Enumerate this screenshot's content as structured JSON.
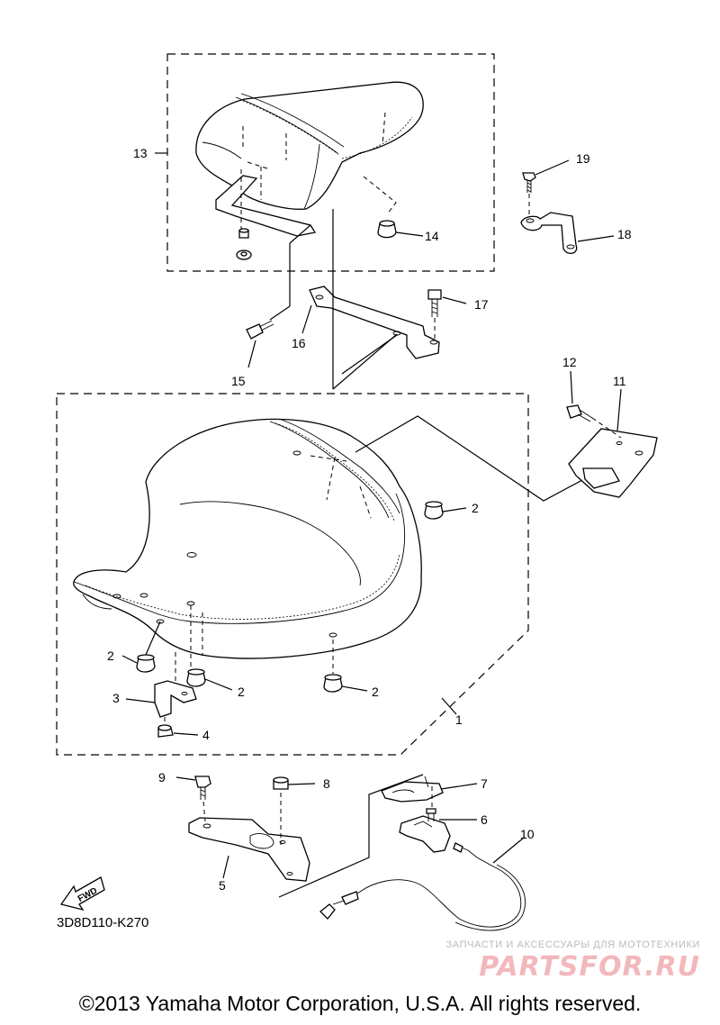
{
  "diagram": {
    "code": "3D8D110-K270",
    "fwd_label": "FWD",
    "copyright": "©2013 Yamaha Motor Corporation, U.S.A. All rights reserved.",
    "watermark": {
      "caption": "ЗАПЧАСТИ И АКСЕССУАРЫ ДЛЯ МОТОТЕХНИКИ",
      "logo": "PARTSFOR.RU"
    },
    "callouts": [
      {
        "id": "c13",
        "label": "13"
      },
      {
        "id": "c14",
        "label": "14"
      },
      {
        "id": "c19",
        "label": "19"
      },
      {
        "id": "c18",
        "label": "18"
      },
      {
        "id": "c16",
        "label": "16"
      },
      {
        "id": "c17",
        "label": "17"
      },
      {
        "id": "c15",
        "label": "15"
      },
      {
        "id": "c12",
        "label": "12"
      },
      {
        "id": "c11",
        "label": "11"
      },
      {
        "id": "c2a",
        "label": "2"
      },
      {
        "id": "c2b",
        "label": "2"
      },
      {
        "id": "c2c",
        "label": "2"
      },
      {
        "id": "c2d",
        "label": "2"
      },
      {
        "id": "c3",
        "label": "3"
      },
      {
        "id": "c4",
        "label": "4"
      },
      {
        "id": "c1",
        "label": "1"
      },
      {
        "id": "c9",
        "label": "9"
      },
      {
        "id": "c8",
        "label": "8"
      },
      {
        "id": "c7",
        "label": "7"
      },
      {
        "id": "c6",
        "label": "6"
      },
      {
        "id": "c10",
        "label": "10"
      },
      {
        "id": "c5",
        "label": "5"
      }
    ]
  }
}
